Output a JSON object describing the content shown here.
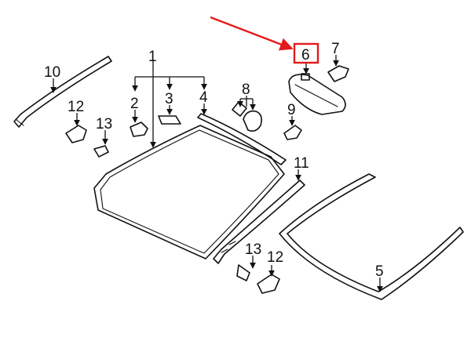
{
  "colors": {
    "highlight": "#e31b1b",
    "ink": "#111111",
    "fill_light": "#e6e6e6",
    "fill_mid": "#c8c8c8"
  },
  "callouts": {
    "c1": "1",
    "c2": "2",
    "c3": "3",
    "c4": "4",
    "c5": "5",
    "c6": "6",
    "c7": "7",
    "c8": "8",
    "c9": "9",
    "c10": "10",
    "c11": "11",
    "c12a": "12",
    "c12b": "12",
    "c13a": "13",
    "c13b": "13"
  },
  "highlighted_callout": "6"
}
